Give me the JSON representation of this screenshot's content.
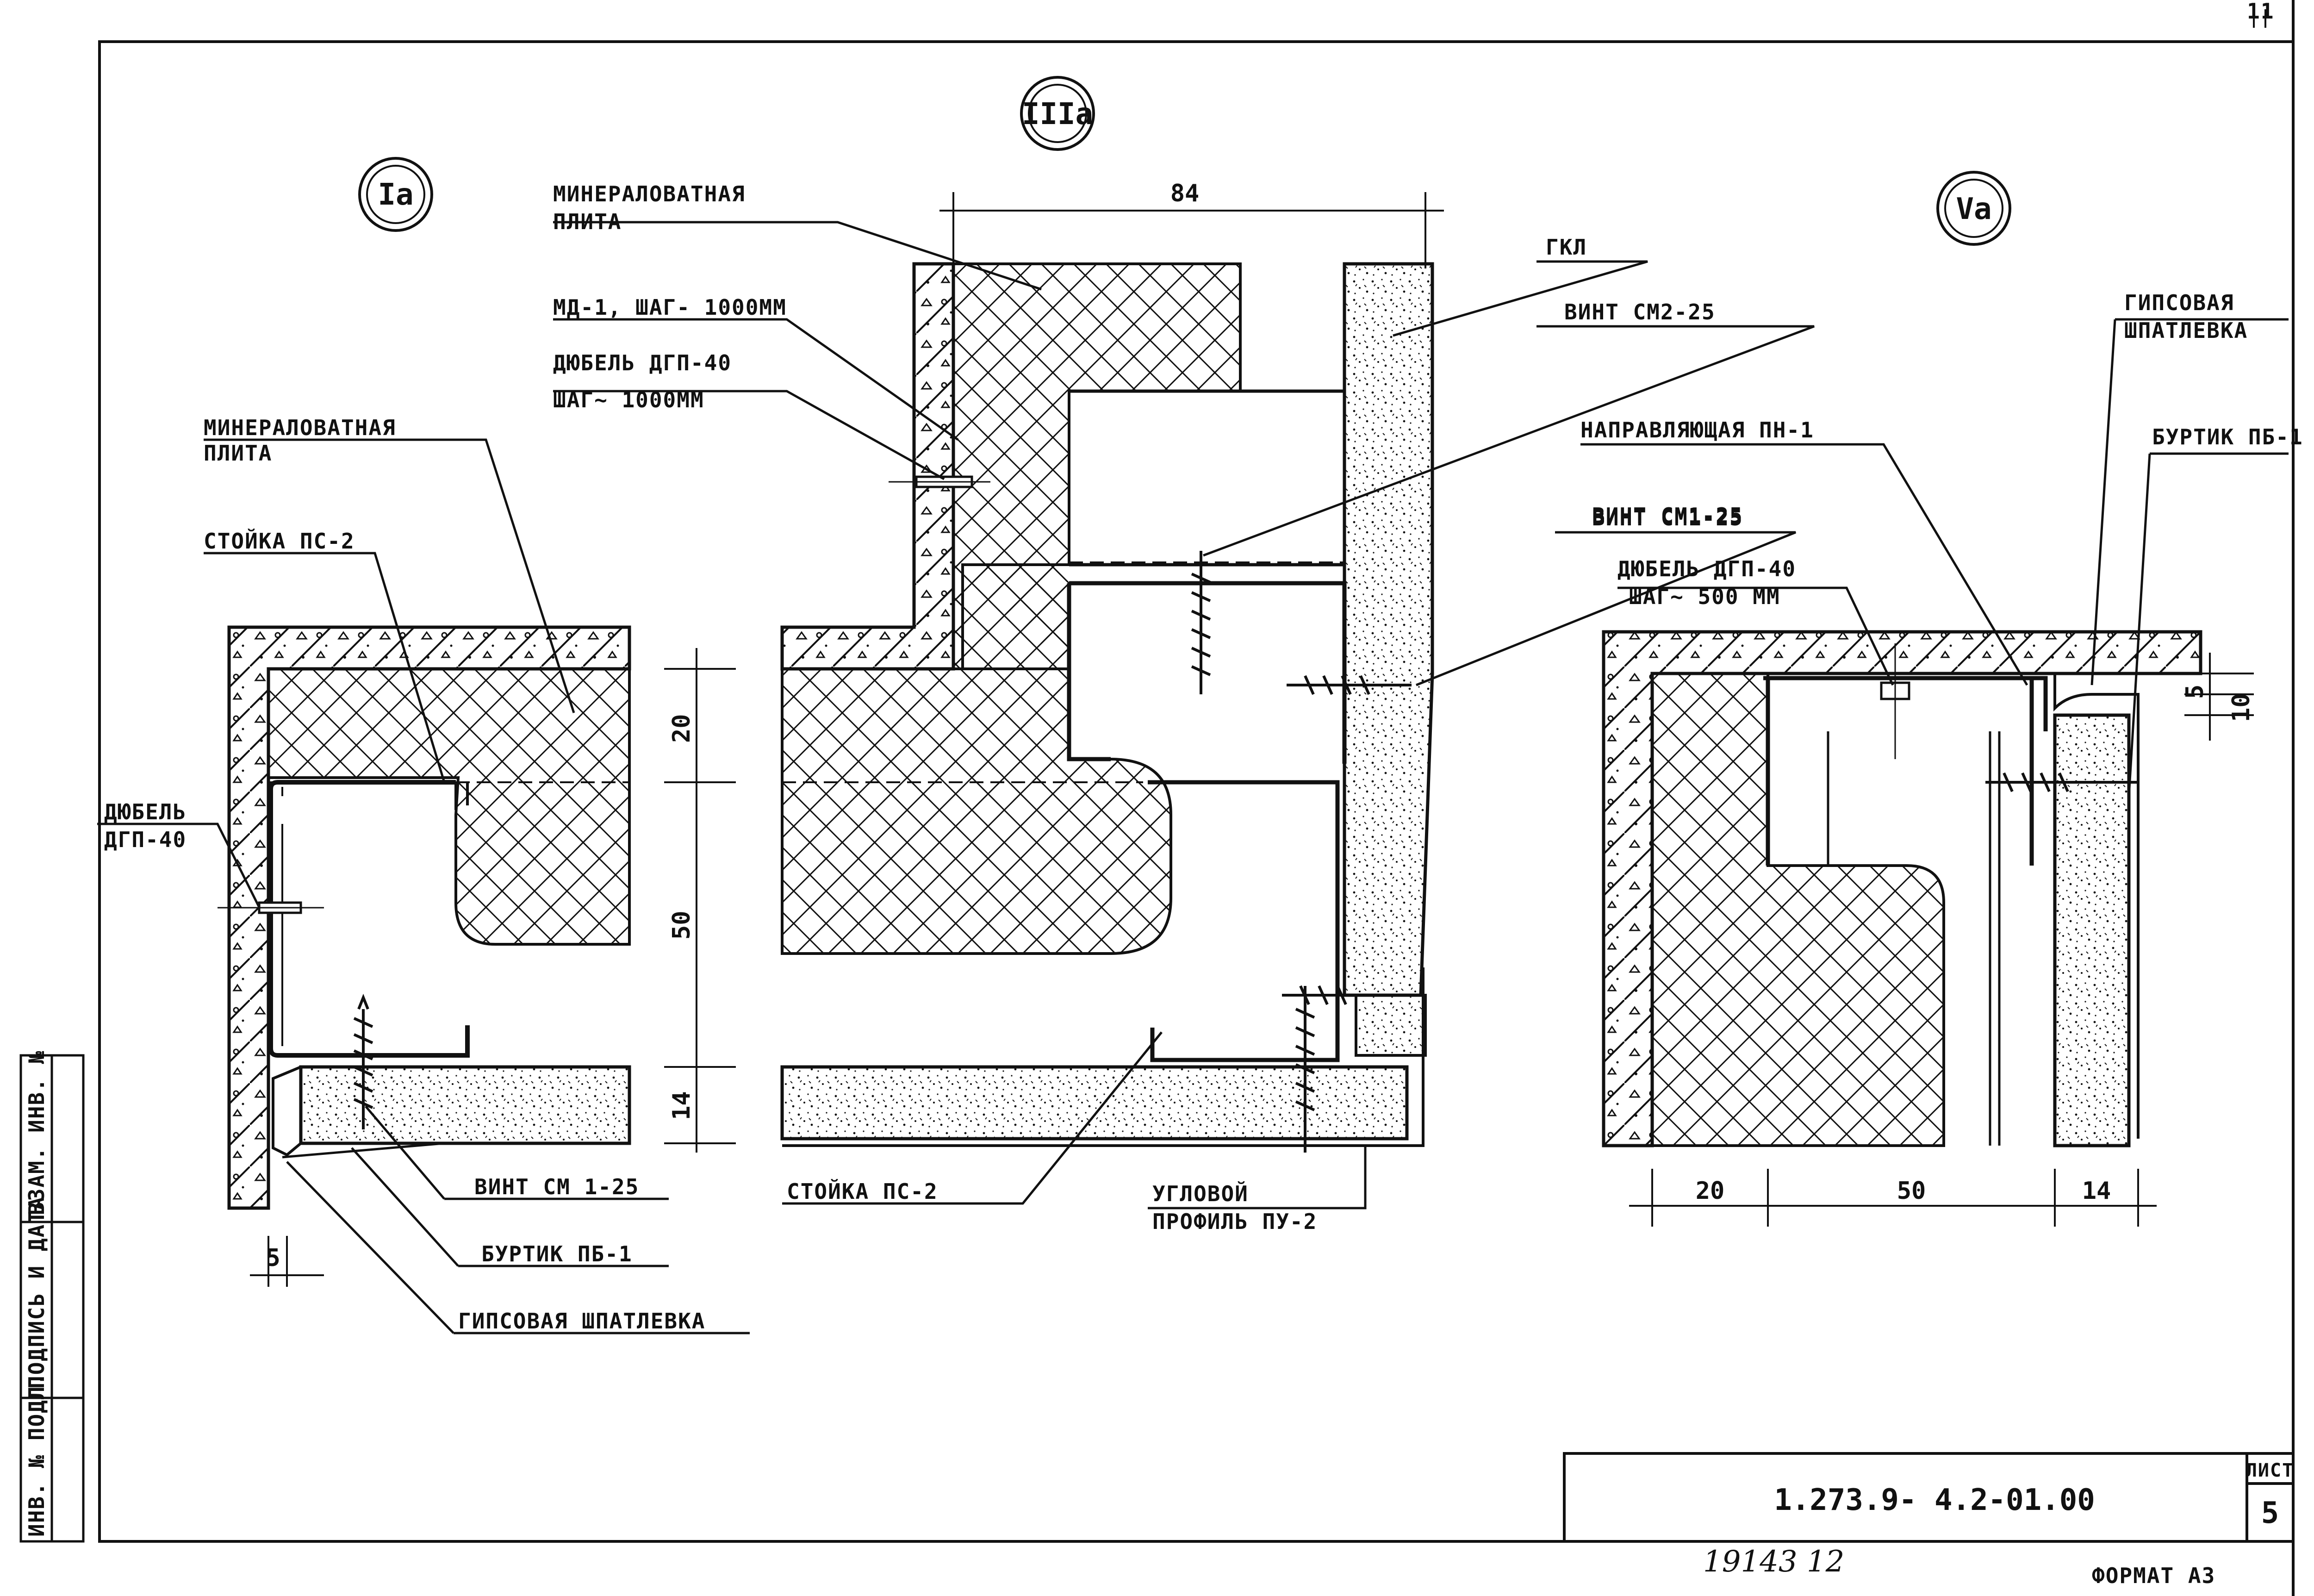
{
  "sheet": {
    "drawing_code": "1.273.9- 4.2-01.00",
    "sheet_label": "ЛИСТ",
    "sheet_number": "5",
    "format_label": "ФОРМАТ  А3",
    "handwritten_number": "19143   12",
    "corner_mark": "11"
  },
  "side_stamp": {
    "inv_podl": "ИНВ. № ПОДЛ.",
    "podpis_data": "ПОДПИСЬ И ДАТА",
    "vzam_inv": "ВЗАМ. ИНВ. №"
  },
  "views": {
    "view_1": {
      "marker": "Ia",
      "labels": {
        "mineral_plate_l1": "МИНЕРАЛОВАТНАЯ",
        "mineral_plate_l2": "ПЛИТА",
        "stoyka": "СТОЙКА ПС-2",
        "dyubel_l1": "ДЮБЕЛЬ",
        "dyubel_l2": "ДГП-40",
        "vint": "ВИНТ СМ 1-25",
        "burtik": "БУРТИК ПБ-1",
        "shpatlevka": "ГИПСОВАЯ ШПАТЛЕВКА"
      },
      "dims": {
        "d20": "20",
        "d50": "50",
        "d14": "14",
        "d5": "5"
      }
    },
    "view_3": {
      "marker": "IIIa",
      "labels": {
        "mineral_plate_l1": "МИНЕРАЛОВАТНАЯ",
        "mineral_plate_l2": "ПЛИТА",
        "md": "МД-1, ШАГ- 1000ММ",
        "dyubel_l1": "ДЮБЕЛЬ ДГП-40",
        "dyubel_l2": "ШАГ~ 1000ММ",
        "gkl": "ГКЛ",
        "vint_cm2": "ВИНТ СМ2-25",
        "vint_cm1": "ВИНТ СМ1-25",
        "stoyka": "СТОЙКА ПС-2",
        "ugl_l1": "УГЛОВОЙ",
        "ugl_l2": "ПРОФИЛЬ ПУ-2"
      },
      "dims": {
        "d84": "84"
      }
    },
    "view_5": {
      "marker": "Va",
      "labels": {
        "shpat_l1": "ГИПСОВАЯ",
        "shpat_l2": "ШПАТЛЕВКА",
        "burtik": "БУРТИК ПБ-1",
        "napr": "НАПРАВЛЯЮЩАЯ ПН-1",
        "vint": "ВИНТ СМ1-25",
        "dyubel_l1": "ДЮБЕЛЬ ДГП-40",
        "dyubel_l2": "ШАГ~ 500 ММ"
      },
      "dims": {
        "d20": "20",
        "d50": "50",
        "d14": "14",
        "d5": "5",
        "d10": "10"
      }
    }
  }
}
